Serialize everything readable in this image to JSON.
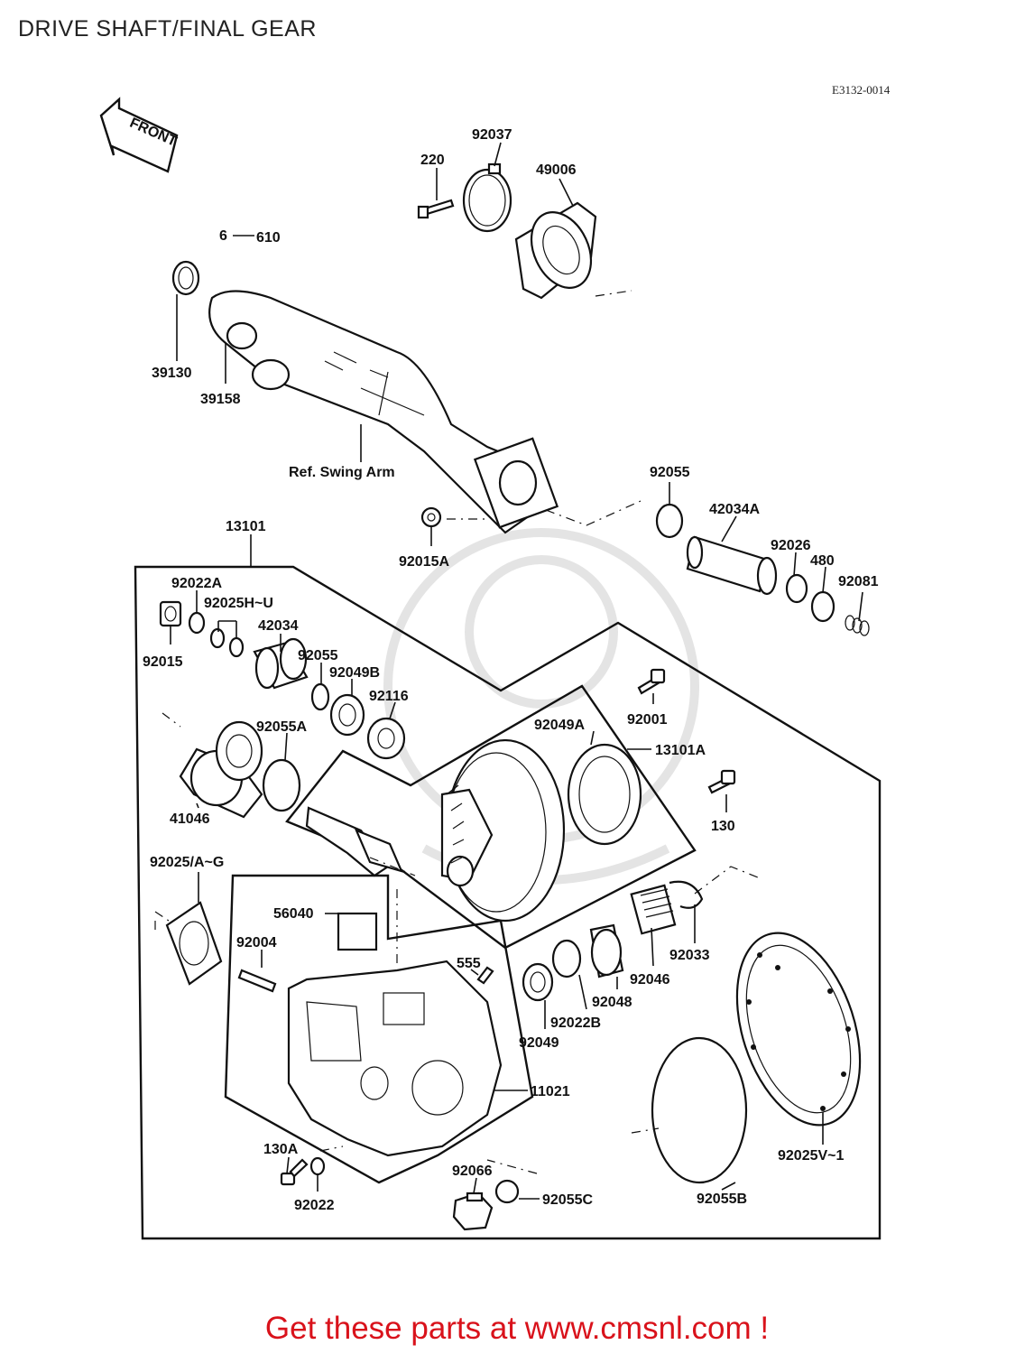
{
  "page": {
    "title": "DRIVE SHAFT/FINAL GEAR",
    "diagram_code": "E3132-0014",
    "footer_link": "Get these parts at www.cmsnl.com !"
  },
  "diagram": {
    "front_arrow_label": "FRONT",
    "reference_label": "Ref. Swing Arm",
    "part_labels": {
      "p92037": "92037",
      "p220": "220",
      "p49006": "49006",
      "p6": "6",
      "p610": "610",
      "p39130": "39130",
      "p39158": "39158",
      "p92055_top": "92055",
      "p13101": "13101",
      "p42034A": "42034A",
      "p92015A": "92015A",
      "p92026": "92026",
      "p480": "480",
      "p92081": "92081",
      "p92022A": "92022A",
      "p92025HU": "92025H~U",
      "p42034": "42034",
      "p92015": "92015",
      "p92055_mid": "92055",
      "p92049B": "92049B",
      "p92116": "92116",
      "p92001": "92001",
      "p92055A": "92055A",
      "p92049A": "92049A",
      "p13101A": "13101A",
      "p41046": "41046",
      "p130": "130",
      "p92025AG": "92025/A~G",
      "p56040": "56040",
      "p92004": "92004",
      "p555": "555",
      "p92033": "92033",
      "p92046": "92046",
      "p92048": "92048",
      "p92022B": "92022B",
      "p92049": "92049",
      "p11021": "11021",
      "p130A": "130A",
      "p92066": "92066",
      "p92055C": "92055C",
      "p92022": "92022",
      "p92055B": "92055B",
      "p92025V1": "92025V~1"
    }
  }
}
